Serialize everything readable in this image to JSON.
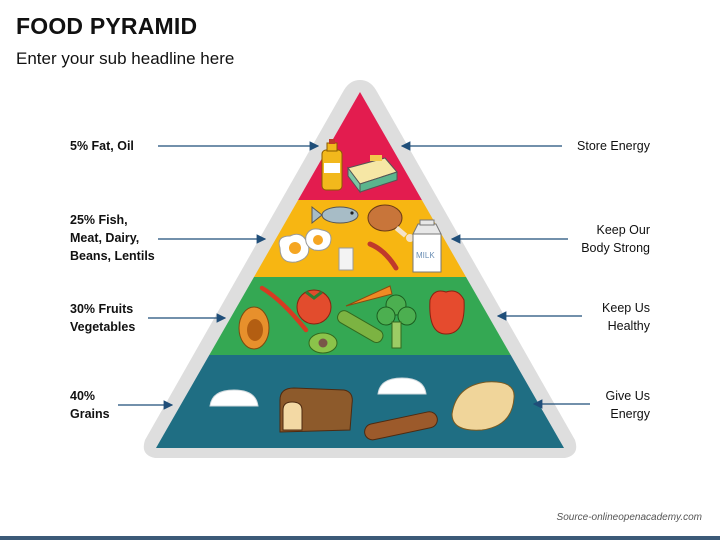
{
  "title": "FOOD PYRAMID",
  "subtitle": "Enter your sub headline here",
  "levels": [
    {
      "label": "5% Fat, Oil",
      "benefit": "Store Energy",
      "color": "#e31c4f",
      "icons": [
        "oil-bottle-icon",
        "butter-icon"
      ]
    },
    {
      "label": "25% Fish,\nMeat, Dairy,\nBeans, Lentils",
      "benefit": "Keep Our\nBody Strong",
      "color": "#f7b612",
      "icons": [
        "fish-icon",
        "chicken-leg-icon",
        "egg-icon",
        "milk-carton-icon",
        "sausage-icon",
        "milk-glass-icon"
      ],
      "milk_text": "MILK"
    },
    {
      "label": "30% Fruits\nVegetables",
      "benefit": "Keep Us\nHealthy",
      "color": "#34a853",
      "icons": [
        "pumpkin-icon",
        "chili-icon",
        "tomato-icon",
        "carrot-icon",
        "broccoli-icon",
        "pepper-icon",
        "avocado-icon",
        "cucumber-icon"
      ]
    },
    {
      "label": "40%\nGrains",
      "benefit": "Give Us\nEnergy",
      "color": "#1f6e83",
      "icons": [
        "rice-icon",
        "bread-icon",
        "rice-icon",
        "baguette-icon",
        "potato-icon"
      ]
    }
  ],
  "source": "Source-onlineopenacademy.com",
  "colors": {
    "outline": "#dcdcdc",
    "arrow": "#1f4e79",
    "bar": "#3c5a78"
  }
}
